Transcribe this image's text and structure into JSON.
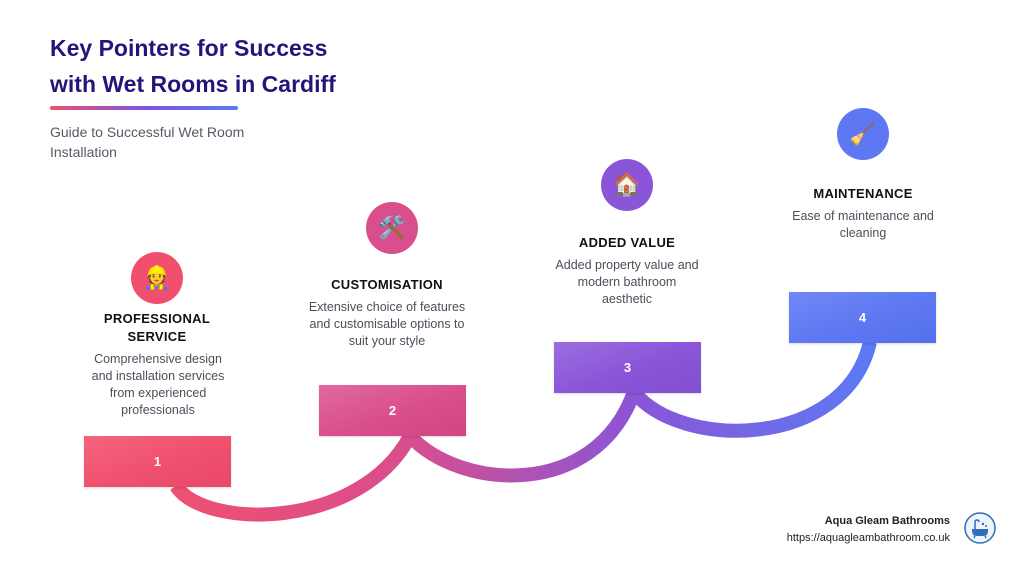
{
  "title": "Key Pointers for Success with Wet Rooms in Cardiff",
  "subtitle": "Guide to Successful Wet Room Installation",
  "colors": {
    "title": "#23157a",
    "step1": "#f0506e",
    "step2": "#d94e8c",
    "step3": "#8a55d8",
    "step4": "#5d78f2"
  },
  "steps": [
    {
      "number": "1",
      "icon": "construction-worker-icon",
      "emoji": "👷",
      "heading": "PROFESSIONAL SERVICE",
      "description": "Comprehensive design and installation services from experienced professionals"
    },
    {
      "number": "2",
      "icon": "hammer-and-wrench-icon",
      "emoji": "🛠️",
      "heading": "CUSTOMISATION",
      "description": "Extensive choice of features and customisable options to suit your style"
    },
    {
      "number": "3",
      "icon": "house-icon",
      "emoji": "🏠",
      "heading": "ADDED VALUE",
      "description": "Added property value and modern bathroom aesthetic"
    },
    {
      "number": "4",
      "icon": "broom-icon",
      "emoji": "🧹",
      "heading": "MAINTENANCE",
      "description": "Ease of maintenance and cleaning"
    }
  ],
  "brand": {
    "name": "Aqua Gleam Bathrooms",
    "url": "https://aquagleambathroom.co.uk",
    "logo_icon": "bathtub-icon"
  }
}
